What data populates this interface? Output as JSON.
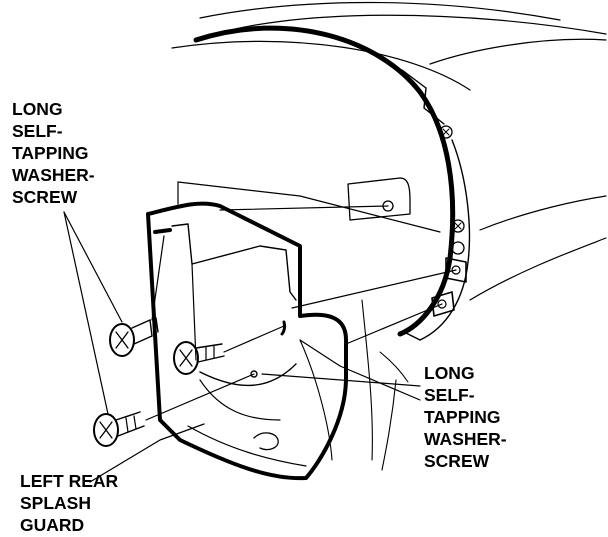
{
  "labels": {
    "screw_upper": [
      "LONG",
      "SELF-",
      "TAPPING",
      "WASHER-",
      "SCREW"
    ],
    "screw_right": [
      "LONG",
      "SELF-",
      "TAPPING",
      "WASHER-",
      "SCREW"
    ],
    "splash_guard": [
      "LEFT REAR",
      "SPLASH",
      "GUARD"
    ]
  },
  "colors": {
    "ink": "#000000",
    "paper": "#ffffff"
  }
}
